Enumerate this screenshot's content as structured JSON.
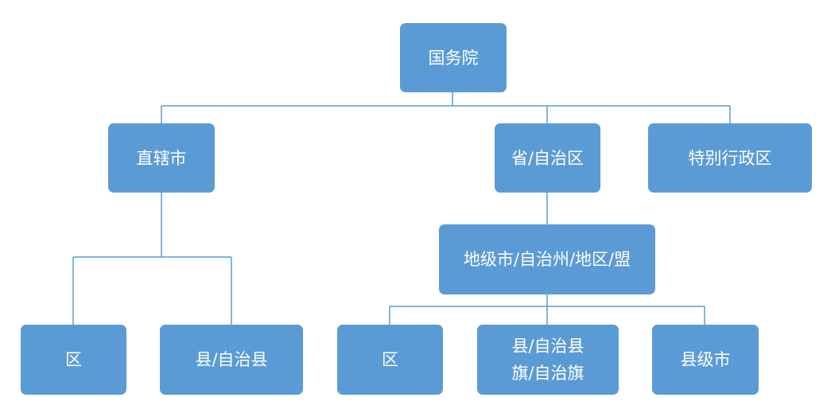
{
  "nodes": {
    "root": "国务院",
    "municipality": "直辖市",
    "province": "省/自治区",
    "sar": "特别行政区",
    "prefecture": "地级市/自治州/地区/盟",
    "muni_district": "区",
    "muni_county": "县/自治县",
    "pref_district": "区",
    "pref_county_line1": "县/自治县",
    "pref_county_line2": "旗/自治旗",
    "county_city": "县级市"
  },
  "colors": {
    "node_fill": "#5b9bd5",
    "node_text": "#ffffff",
    "connector": "#5b9bd5"
  }
}
